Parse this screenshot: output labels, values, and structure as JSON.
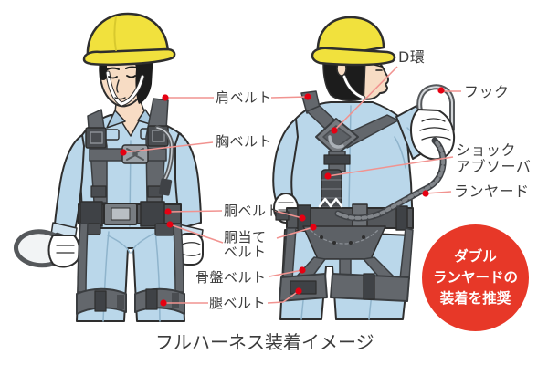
{
  "caption": "フルハーネス装着イメージ",
  "labels": {
    "shoulder_belt": "肩ベルト",
    "chest_belt": "胸ベルト",
    "waist_belt": "胴ベルト",
    "waist_pad_belt": "胴当て\nベルト",
    "pelvic_belt": "骨盤ベルト",
    "thigh_belt": "腿ベルト",
    "d_ring": "D環",
    "hook": "フック",
    "shock_absorber": "ショック\nアブソーバ",
    "lanyard": "ランヤード"
  },
  "badge": {
    "text": "ダブル\nランヤードの\n装着を推奨",
    "color": "#e73828",
    "text_color": "#ffffff"
  },
  "colors": {
    "marker_red": "#e60012",
    "leader_pink": "#f19390",
    "helmet_yellow": "#f1e13d",
    "uniform_blue": "#bad7ea",
    "harness_gray": "#63676c",
    "label_text": "#3d3d3d"
  }
}
